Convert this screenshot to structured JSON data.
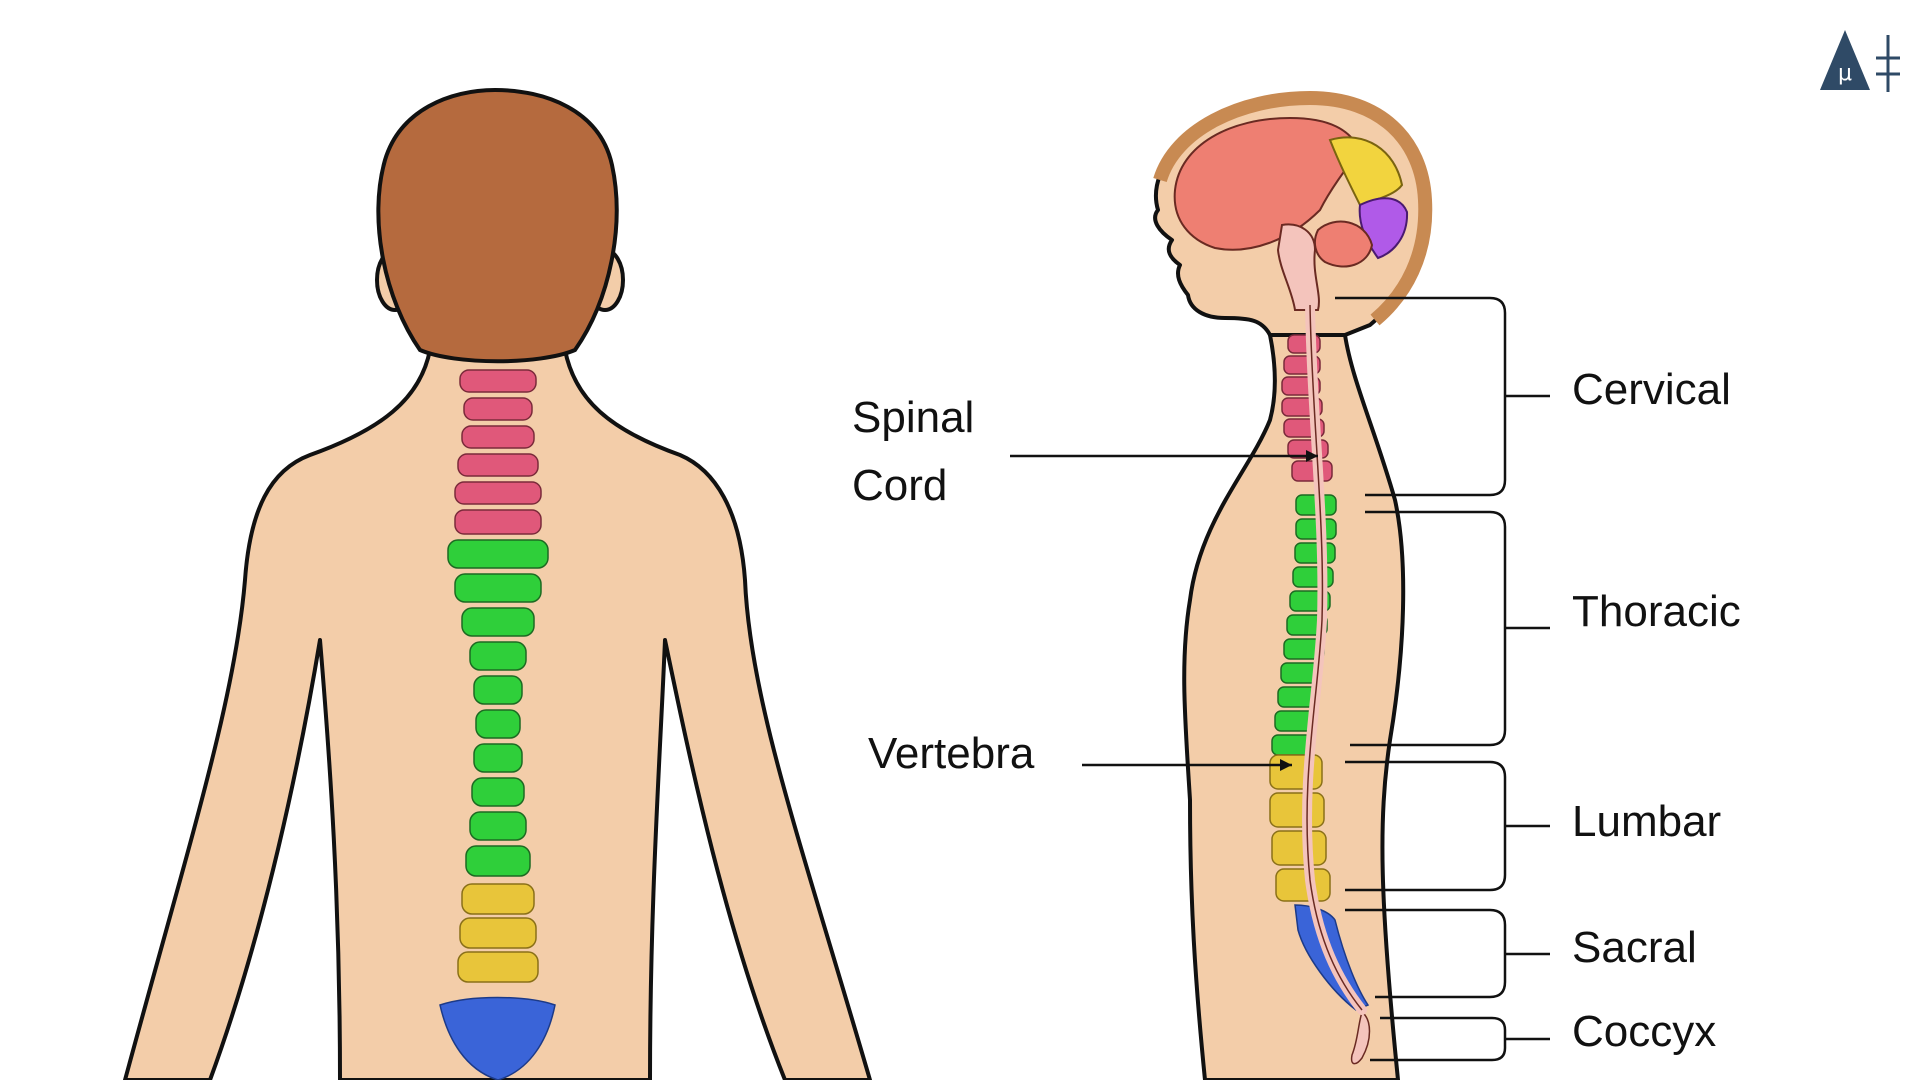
{
  "labels": {
    "spinal_cord_line1": "Spinal",
    "spinal_cord_line2": "Cord",
    "vertebra": "Vertebra",
    "cervical": "Cervical",
    "thoracic": "Thoracic",
    "lumbar": "Lumbar",
    "sacral": "Sacral",
    "coccyx": "Coccyx"
  },
  "colors": {
    "skin": "#f3cda9",
    "hair": "#b56a3e",
    "cervical": "#e0587a",
    "thoracic": "#2fcf3a",
    "lumbar": "#e8c53a",
    "sacral": "#3a64d8",
    "spinal_cord": "#f4c4bc",
    "brain_cerebrum": "#ee7f72",
    "brain_parietal": "#f2d43e",
    "brain_occipital": "#b05ae8",
    "logo": "#2f4a66"
  },
  "icons": {
    "logo": "brand-logo-icon"
  }
}
